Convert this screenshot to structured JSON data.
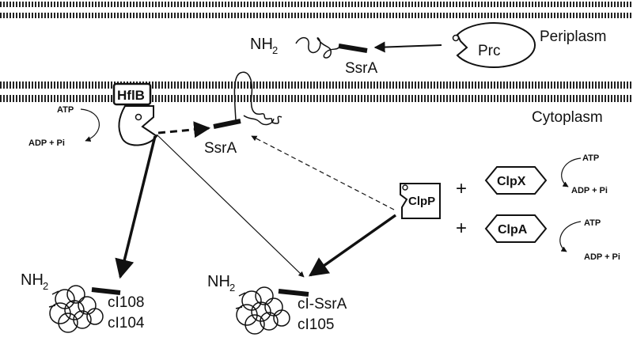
{
  "compartments": {
    "periplasm": "Periplasm",
    "cytoplasm": "Cytoplasm"
  },
  "proteases": {
    "prc": "Prc",
    "hflb": "HflB",
    "clpp": "ClpP",
    "clpx": "ClpX",
    "clpa": "ClpA"
  },
  "substrates": {
    "periplasm_nh2": "NH",
    "periplasm_sub": "2",
    "periplasm_tag": "SsrA",
    "membrane_tag": "SsrA",
    "left_nh2": "NH",
    "left_sub": "2",
    "left_line1": "cI108",
    "left_line2": "cI104",
    "right_nh2": "NH",
    "right_sub": "2",
    "right_line1": "cI-SsrA",
    "right_line2": "cI105"
  },
  "energy": {
    "atp": "ATP",
    "adp": "ADP + Pi"
  },
  "symbols": {
    "plus": "+"
  }
}
